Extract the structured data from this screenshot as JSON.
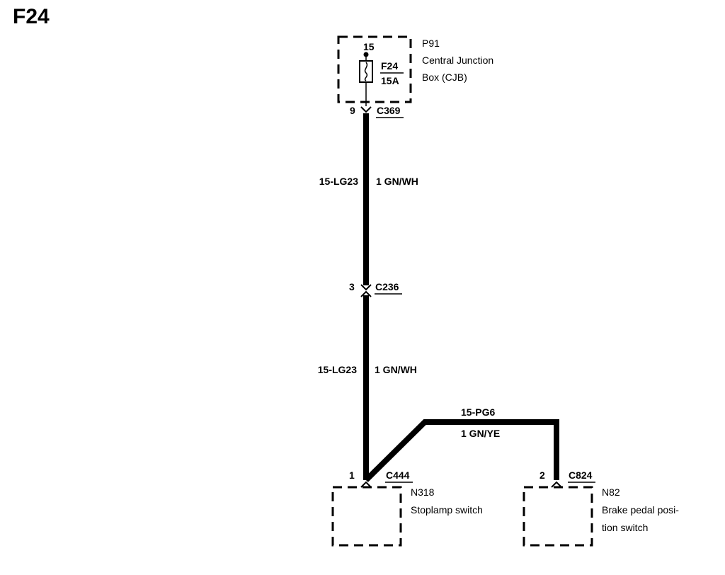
{
  "page_title": "F24",
  "colors": {
    "wire": "#000000",
    "background": "#ffffff"
  },
  "cjb": {
    "pin": "15",
    "fuse_name": "F24",
    "fuse_rating": "15A",
    "id": "P91",
    "name_line1": "Central Junction",
    "name_line2": "Box (CJB)",
    "out_pin": "9",
    "connector": "C369"
  },
  "wire_upper": {
    "circuit": "15-LG23",
    "spec": "1 GN/WH"
  },
  "c236": {
    "pin": "3",
    "connector": "C236"
  },
  "wire_lower": {
    "circuit": "15-LG23",
    "spec": "1 GN/WH"
  },
  "wire_branch": {
    "circuit": "15-PG6",
    "spec": "1 GN/YE"
  },
  "n318": {
    "pin": "1",
    "connector": "C444",
    "id": "N318",
    "name": "Stoplamp switch"
  },
  "n82": {
    "pin": "2",
    "connector": "C824",
    "id": "N82",
    "name_line1": "Brake pedal posi-",
    "name_line2": "tion switch"
  }
}
